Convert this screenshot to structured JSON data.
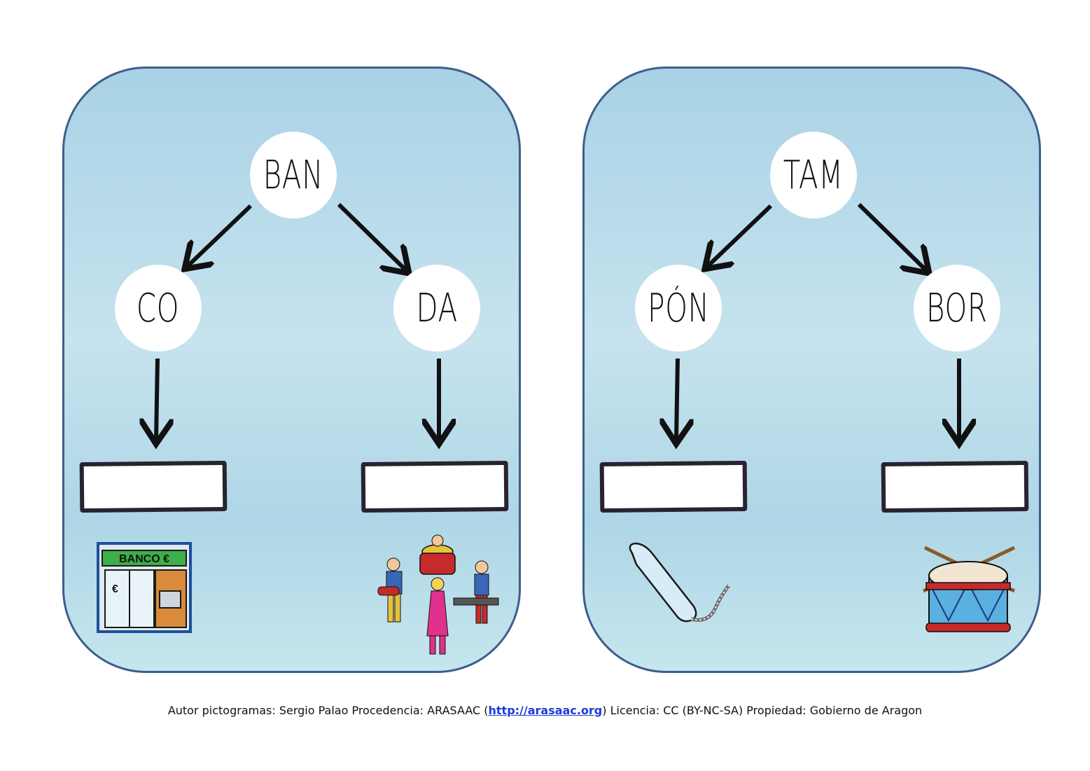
{
  "colors": {
    "card_border": "#3d5e8c",
    "card_fill_top": "#a9d2e6",
    "card_fill_bottom": "#c6e6ee",
    "arrow": "#111111",
    "link": "#1a3bd6"
  },
  "cards": [
    {
      "root": "BAN",
      "left_syllable": "CO",
      "right_syllable": "DA",
      "left_picto": "bank-icon",
      "left_picto_label": "BANCO €",
      "right_picto": "music-band-icon"
    },
    {
      "root": "TAM",
      "left_syllable": "PÓN",
      "right_syllable": "BOR",
      "left_picto": "tampon-icon",
      "right_picto": "drum-icon"
    }
  ],
  "footer": {
    "prefix": "Autor pictogramas: Sergio Palao Procedencia: ARASAAC (",
    "link": "http://arasaac.org",
    "suffix": ") Licencia: CC (BY-NC-SA) Propiedad: Gobierno de Aragon"
  }
}
